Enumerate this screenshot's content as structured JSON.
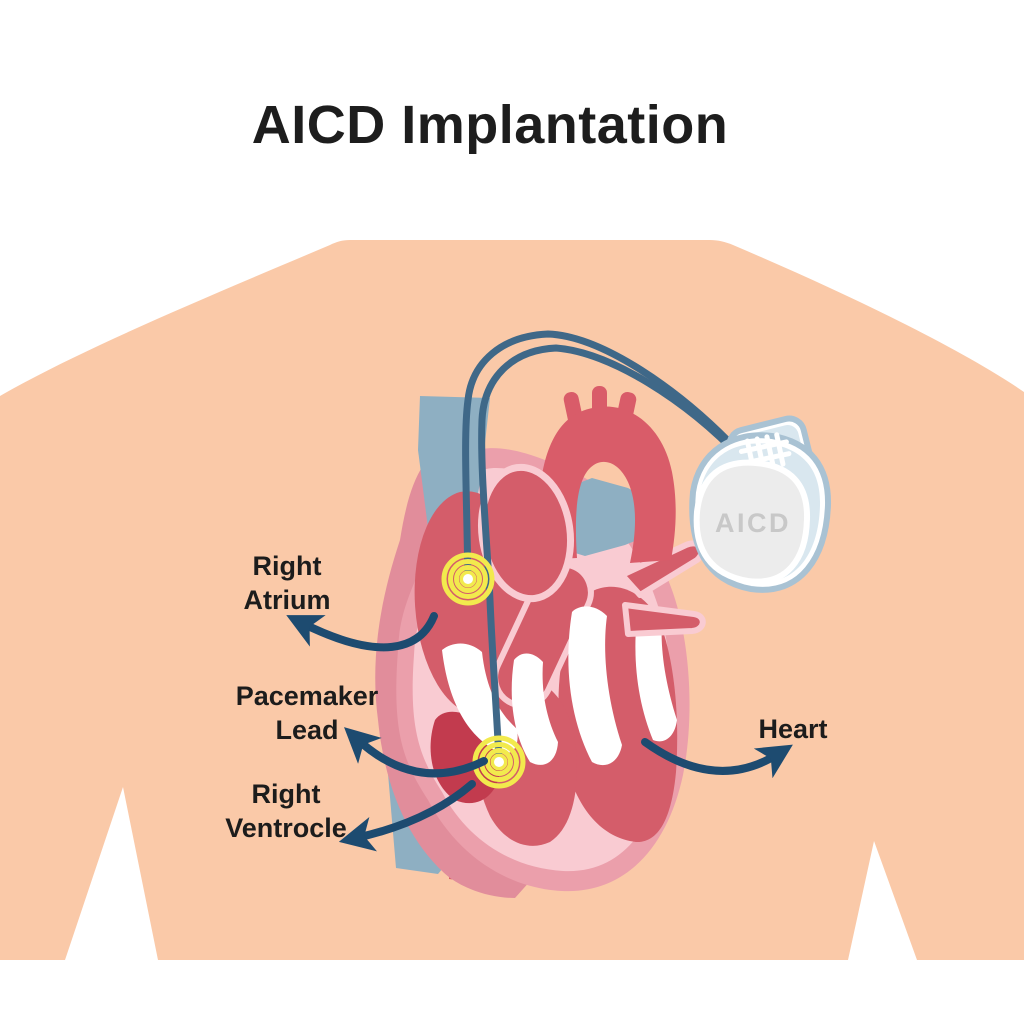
{
  "title": "AICD Implantation",
  "device": {
    "label": "AICD"
  },
  "labels": {
    "right_atrium": {
      "line1": "Right",
      "line2": "Atrium"
    },
    "pacemaker_lead": {
      "line1": "Pacemaker",
      "line2": "Lead"
    },
    "right_ventricle": {
      "line1": "Right",
      "line2": "Ventrocle"
    },
    "heart": {
      "text": "Heart"
    }
  },
  "colors": {
    "background": "#ffffff",
    "skin": "#fac9a8",
    "heart_wall": "#eb9fab",
    "heart_inner": "#f9cbd2",
    "heart_shadow": "#e18d9b",
    "chamber_red": "#d45d6a",
    "deep_red": "#c23b4e",
    "aorta_red": "#d95c69",
    "vessel_blue": "#8eafc2",
    "lead_blue": "#3f6888",
    "arrow_navy": "#1d4b70",
    "electrode_yellow": "#f2ea4d",
    "device_border": "#a9c2d3",
    "device_fill": "#d9e7ef",
    "device_gray": "#ececec",
    "device_text": "#c8c8c8",
    "title_text": "#1d1d1d"
  }
}
